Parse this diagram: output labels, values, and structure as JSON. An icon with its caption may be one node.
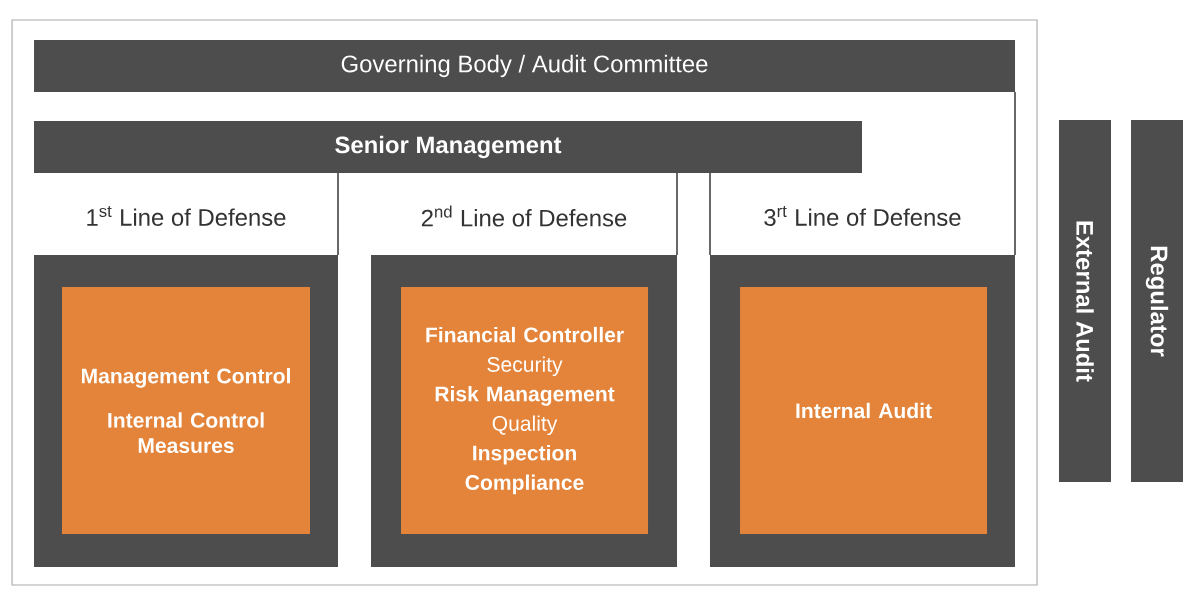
{
  "diagram": {
    "nodes": [
      {
        "text": [],
        "shape": "box"
      },
      {
        "text": [
          "Governing Body / Audit Committee"
        ],
        "in": 0
      },
      {
        "text": [
          "Senior Management"
        ],
        "in": 0
      },
      {
        "text": [
          "1$^{st}$ Line of Defense"
        ],
        "in": 0
      },
      {
        "text": [
          "Management Control",
          "Internal Control Measures"
        ],
        "in": 3
      },
      {
        "text": [
          "2$^{nd}$ Line of Defense"
        ],
        "in": 0
      },
      {
        "text": [
          "Financial Controller",
          "Security",
          "Risk Management",
          "Quality",
          "Inspection",
          "Compliance"
        ],
        "in": 5
      },
      {
        "text": [
          "3$^{rt}$ Line of Defense"
        ],
        "in": 0
      },
      {
        "text": [
          "Internal Audit"
        ],
        "in": 7
      },
      {
        "text": [
          "External Audit"
        ]
      },
      {
        "text": [
          "Regulator"
        ]
      }
    ]
  }
}
